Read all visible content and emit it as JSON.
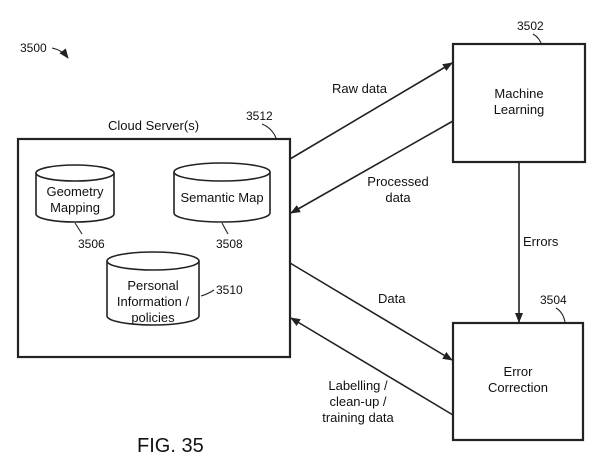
{
  "figure": {
    "figure_number": "3500",
    "caption": "FIG. 35"
  },
  "cloud_server": {
    "label": "Cloud Server(s)",
    "ref": "3512",
    "databases": {
      "geometry": {
        "lines": [
          "Geometry",
          "Mapping"
        ],
        "ref": "3506"
      },
      "semantic": {
        "lines": [
          "Semantic Map"
        ],
        "ref": "3508"
      },
      "personal": {
        "lines": [
          "Personal",
          "Information /",
          "policies"
        ],
        "ref": "3510"
      }
    }
  },
  "machine_learning": {
    "lines": [
      "Machine",
      "Learning"
    ],
    "ref": "3502"
  },
  "error_correction": {
    "lines": [
      "Error",
      "Correction"
    ],
    "ref": "3504"
  },
  "flows": {
    "raw_data": [
      "Raw data"
    ],
    "processed_data": [
      "Processed",
      "data"
    ],
    "errors": [
      "Errors"
    ],
    "data": [
      "Data"
    ],
    "labelling": [
      "Labelling /",
      "clean-up /",
      "training data"
    ]
  },
  "colors": {
    "line": "#222222",
    "background": "#ffffff"
  }
}
